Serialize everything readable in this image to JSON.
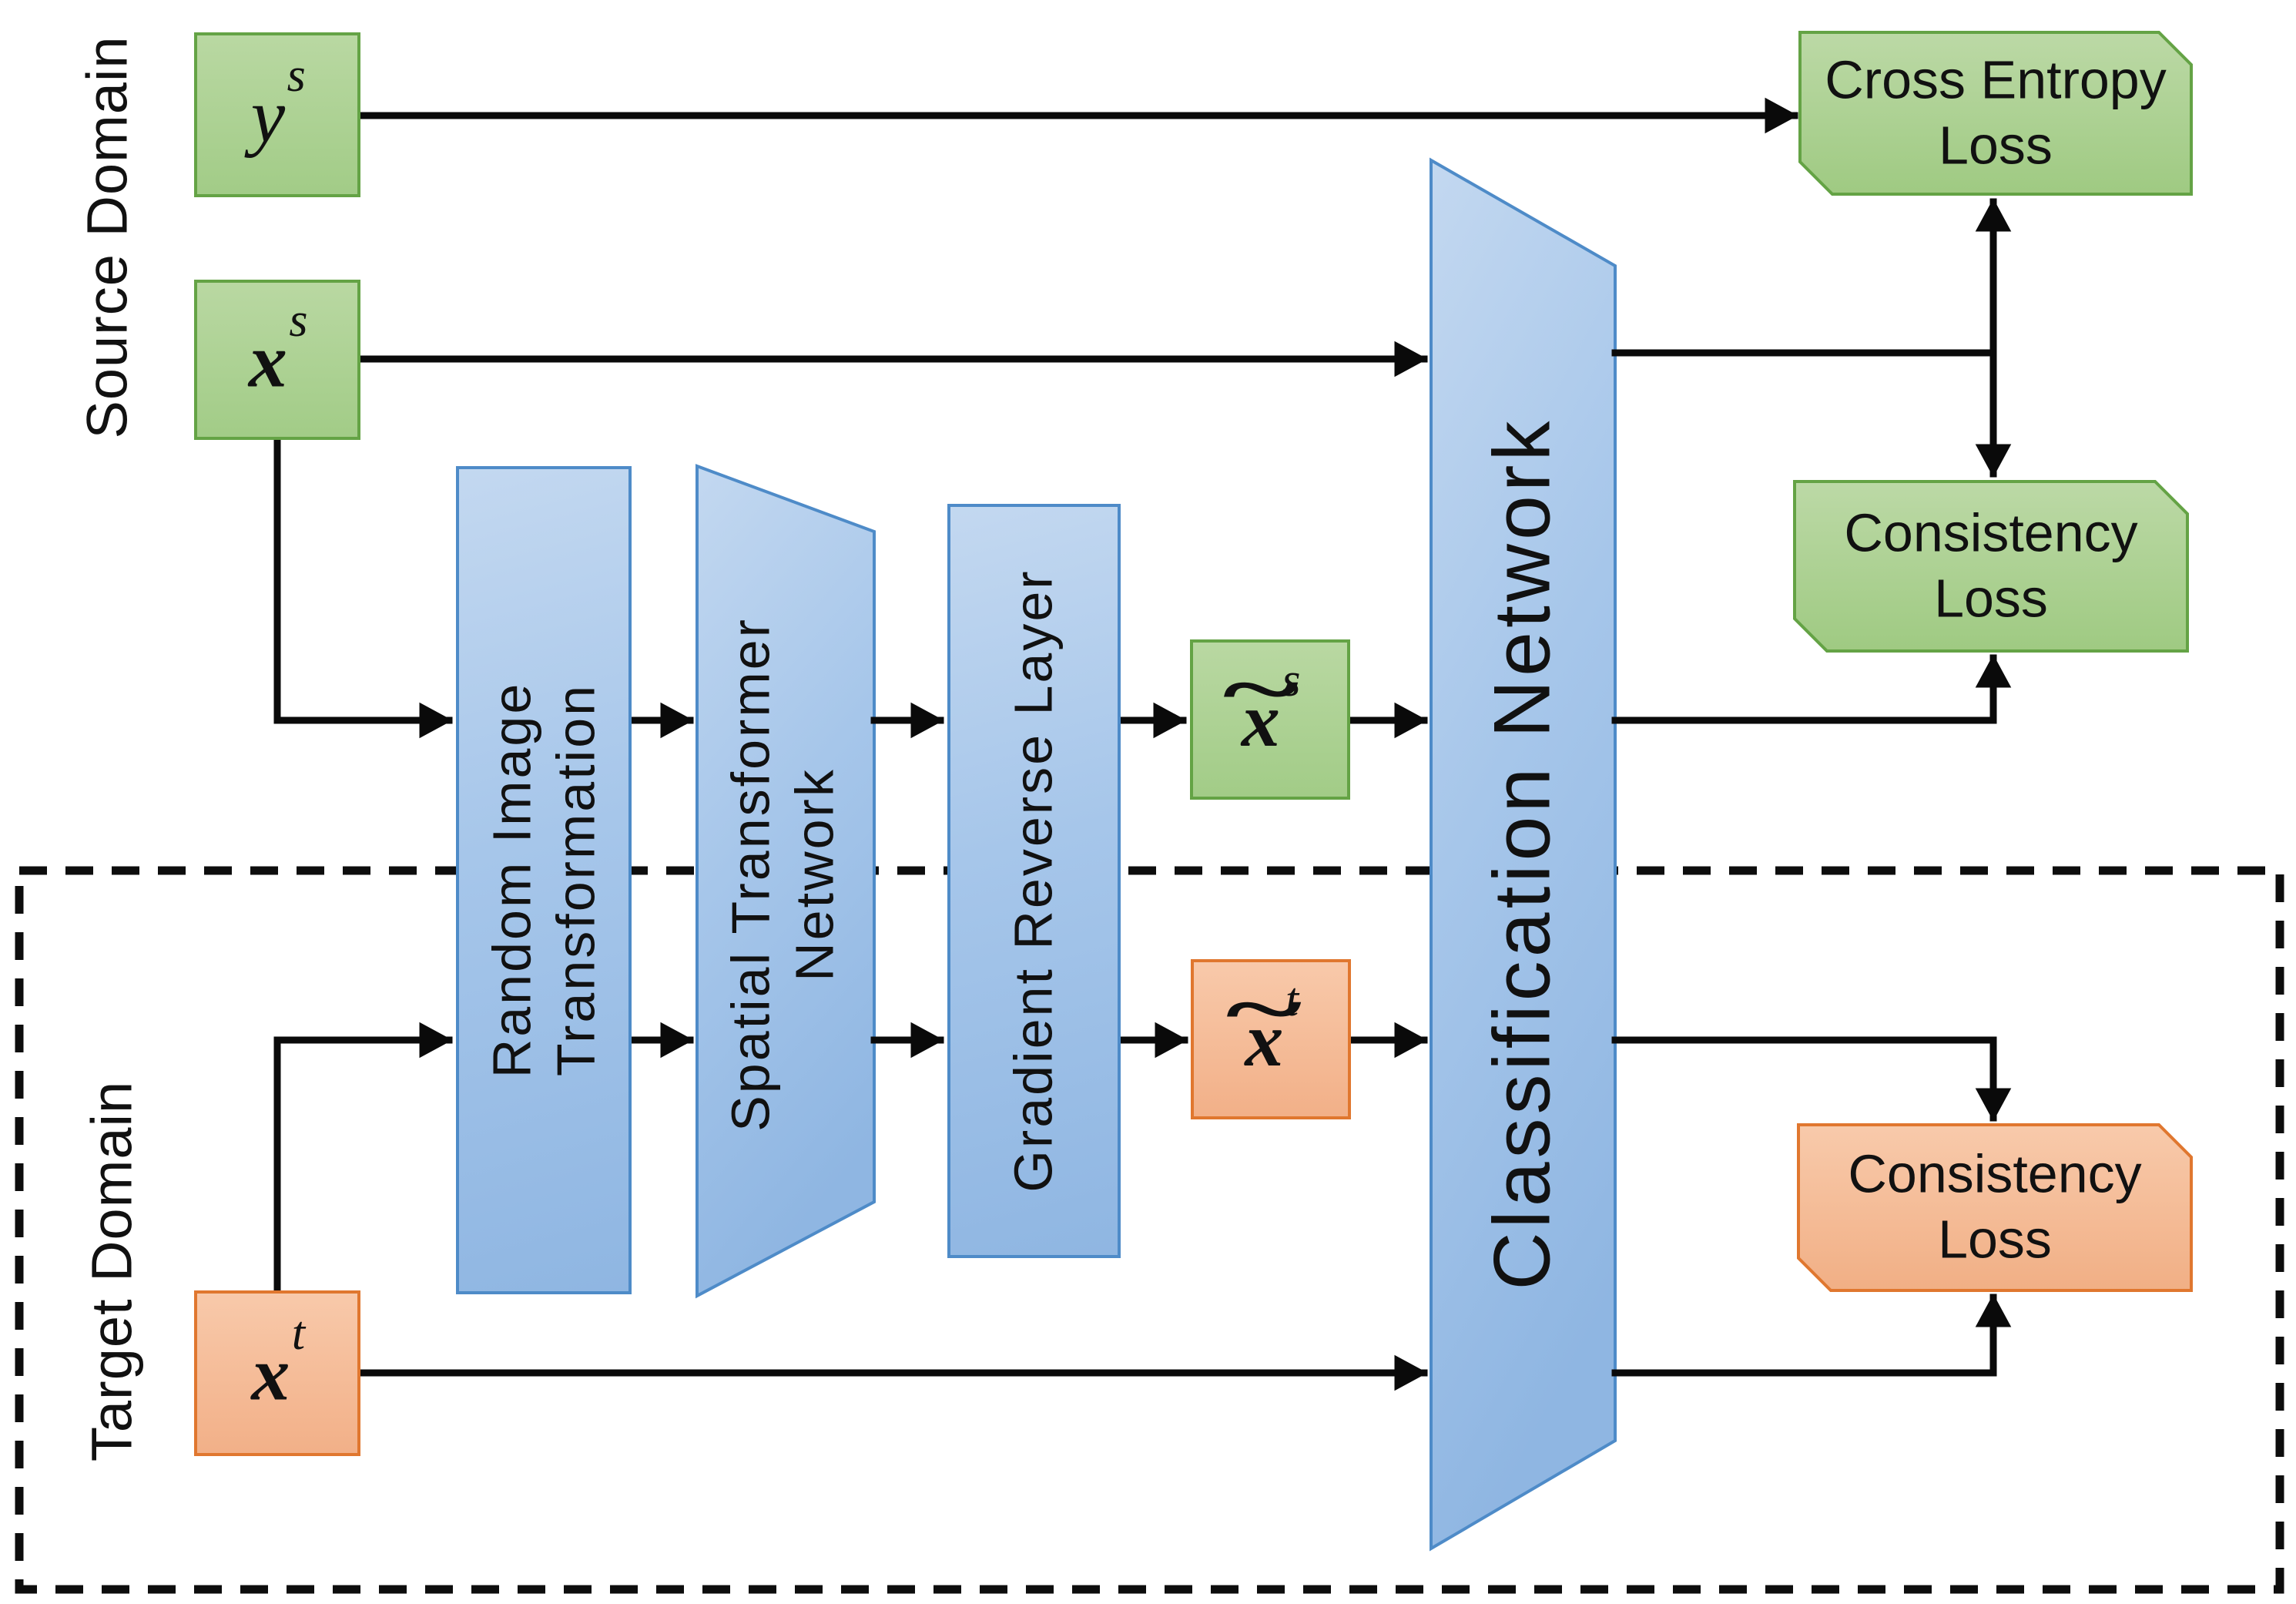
{
  "figure": {
    "type": "model-architecture-diagram",
    "title": "Domain adaptation training diagram with spatial transformer and consistency losses"
  },
  "regions": {
    "source_domain_label": "Source Domain",
    "target_domain_label": "Target Domain"
  },
  "boxes": {
    "ys": {
      "base": "y",
      "sup": "s"
    },
    "xs": {
      "base": "x",
      "sup": "s"
    },
    "xt": {
      "base": "x",
      "sup": "t"
    },
    "xts": {
      "base": "x",
      "tilde": "~",
      "sup": "s"
    },
    "xtt": {
      "base": "x",
      "tilde": "~",
      "sup": "t"
    }
  },
  "blocks": {
    "random": {
      "line1": "Random Image",
      "line2": "Transformation"
    },
    "stn": {
      "line1": "Spatial Transformer",
      "line2": "Network"
    },
    "grl": {
      "label": "Gradient Reverse Layer"
    },
    "cn": {
      "label": "Classification Network"
    }
  },
  "losses": {
    "cross_entropy": {
      "line1": "Cross Entropy",
      "line2": "Loss"
    },
    "consistency_source": {
      "line1": "Consistency",
      "line2": "Loss"
    },
    "consistency_target": {
      "line1": "Consistency",
      "line2": "Loss"
    }
  },
  "colors": {
    "green_fill_top": "#b9d8a2",
    "green_fill_bottom": "#a2cc87",
    "green_border": "#64a345",
    "orange_fill_top": "#f8c9aa",
    "orange_fill_bottom": "#f2b088",
    "orange_border": "#e0772f",
    "blue_fill_top": "#c3d8f0",
    "blue_fill_bottom": "#8fb6e2",
    "blue_border": "#4e8bc8",
    "arrow": "#0a0a0a",
    "dashed_border": "#0d0d0d",
    "text": "#111111"
  }
}
